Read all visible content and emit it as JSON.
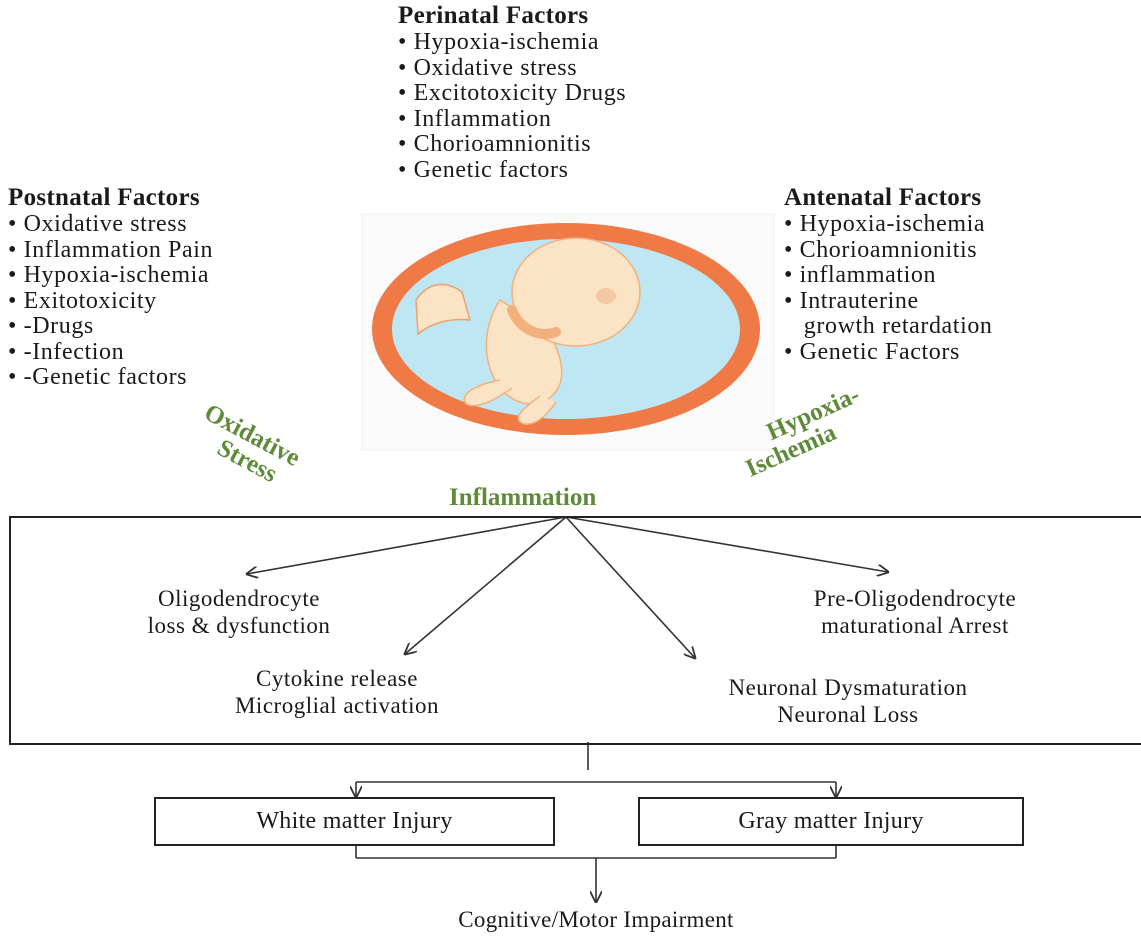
{
  "perinatal": {
    "title": "Perinatal Factors",
    "items": [
      "• Hypoxia-ischemia",
      "• Oxidative  stress",
      "• Excitotoxicity Drugs",
      "• Inflammation",
      "• Chorioamnionitis",
      "• Genetic  factors"
    ]
  },
  "postnatal": {
    "title": "Postnatal Factors",
    "items": [
      "• Oxidative stress",
      "• Inflammation  Pain",
      "• Hypoxia-ischemia",
      "• Exitotoxicity",
      "• -Drugs",
      "• -Infection",
      "• -Genetic factors"
    ]
  },
  "antenatal": {
    "title": "Antenatal Factors",
    "items": [
      "• Hypoxia-ischemia",
      "• Chorioamnionitis",
      "• inflammation",
      "• Intrauterine",
      "   growth retardation",
      "• Genetic Factors"
    ]
  },
  "labels": {
    "oxidative": "Oxidative",
    "stress": "Stress",
    "hypoxia": "Hypoxia-",
    "ischemia": "Ischemia",
    "inflammation": "Inflammation"
  },
  "effects": {
    "oligo_1": "Oligodendrocyte",
    "oligo_2": "loss & dysfunction",
    "preoligo_1": "Pre-Oligodendrocyte",
    "preoligo_2": "maturational  Arrest",
    "cytokine_1": "Cytokine release",
    "cytokine_2": "Microglial  activation",
    "neuronal_1": "Neuronal Dysmaturation",
    "neuronal_2": "Neuronal Loss"
  },
  "outcomes": {
    "white": "White matter  Injury",
    "gray": "Gray matter  Injury",
    "final": "Cognitive/Motor Impairment"
  },
  "colors": {
    "green_label": "#5f8a3a",
    "ring": "#f07a45",
    "fluid": "#bfe6f3",
    "fetus": "#fbe3c6"
  }
}
